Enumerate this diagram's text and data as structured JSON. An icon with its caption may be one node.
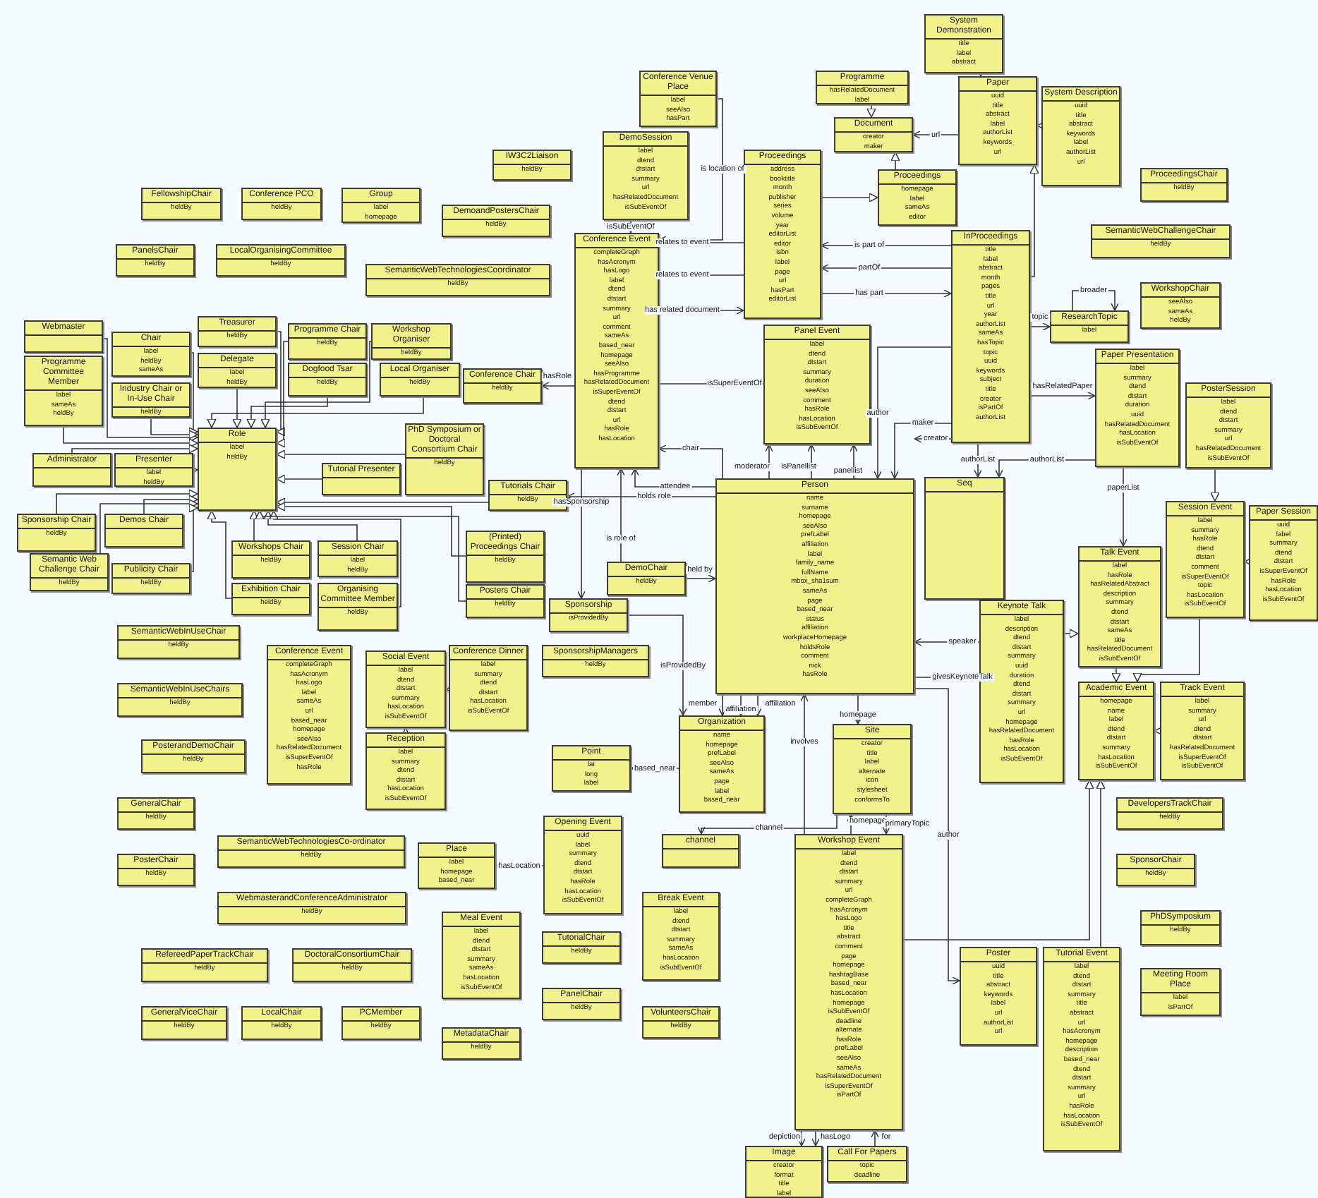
{
  "diagram": {
    "nodes": [
      {
        "text": [
          "System Demonstration",
          "title",
          "label",
          "abstract"
        ]
      },
      {
        "text": [
          "Conference Venue Place",
          "label",
          "seeAlso",
          "hasPart"
        ]
      },
      {
        "text": [
          "Programme",
          "hasRelatedDocument",
          "label"
        ]
      },
      {
        "text": [
          "Paper",
          "uuid",
          "title",
          "abstract",
          "label",
          "authorList",
          "keywords",
          "url"
        ]
      },
      {
        "text": [
          "System Description",
          "uuid",
          "title",
          "abstract",
          "keywords",
          "label",
          "authorList",
          "url"
        ]
      },
      {
        "text": [
          "Document",
          "creator",
          "maker"
        ]
      },
      {
        "text": [
          "DemoSession",
          "label",
          "dtend",
          "dtstart",
          "summary",
          "url",
          "hasRelatedDocument",
          "isSubEventOf"
        ]
      },
      {
        "text": [
          "IW3C2Liaison",
          "heldBy"
        ]
      },
      {
        "text": [
          "Proceedings",
          "address",
          "booktitle",
          "month",
          "publisher",
          "series",
          "volume",
          "year",
          "editorList",
          "editor",
          "isbn",
          "label",
          "page",
          "url",
          "hasPart",
          "editorList"
        ]
      },
      {
        "text": [
          "ProceedingsChair",
          "heldBy"
        ]
      },
      {
        "text": [
          "Proceedings",
          "homepage",
          "label",
          "sameAs",
          "editor"
        ]
      },
      {
        "text": [
          "FellowshipChair",
          "heldBy"
        ]
      },
      {
        "text": [
          "Conference PCO",
          "heldBy"
        ]
      },
      {
        "text": [
          "Group",
          "label",
          "homepage"
        ]
      },
      {
        "text": [
          "DemoandPostersChair",
          "heldBy"
        ]
      },
      {
        "text": [
          "SemanticWebChallengeChair",
          "heldBy"
        ]
      },
      {
        "text": [
          "InProceedings",
          "title",
          "label",
          "abstract",
          "month",
          "pages",
          "title",
          "url",
          "year",
          "authorList",
          "sameAs",
          "hasTopic",
          "topic",
          "uuid",
          "keywords",
          "subject",
          "title",
          "creator",
          "isPartOf",
          "authorList"
        ]
      },
      {
        "text": [
          "Conference Event",
          "completeGraph",
          "hasAcronym",
          "hasLogo",
          "label",
          "dtend",
          "dtstart",
          "summary",
          "url",
          "comment",
          "sameAs",
          "based_near",
          "homepage",
          "seeAlso",
          "hasProgramme",
          "hasRelatedDocument",
          "isSuperEventOf",
          "dtend",
          "dtstart",
          "url",
          "hasRole",
          "hasLocation"
        ]
      },
      {
        "text": [
          "PanelsChair",
          "heldBy"
        ]
      },
      {
        "text": [
          "LocalOrganisingCommittee",
          "heldBy"
        ]
      },
      {
        "text": [
          "SemanticWebTechnologiesCoordinator",
          "heldBy"
        ]
      },
      {
        "text": [
          "WorkshopChair",
          "seeAlso",
          "sameAs",
          "heldBy"
        ]
      },
      {
        "text": [
          "ResearchTopic",
          "label"
        ]
      },
      {
        "text": [
          "Treasurer",
          "heldBy"
        ]
      },
      {
        "text": [
          "Webmaster"
        ]
      },
      {
        "text": [
          "Programme Chair",
          "heldBy"
        ]
      },
      {
        "text": [
          "Workshop Organiser",
          "heldBy"
        ]
      },
      {
        "text": [
          "Panel Event",
          "label",
          "dtend",
          "dtstart",
          "summary",
          "duration",
          "seeAlso",
          "comment",
          "hasRole",
          "hasLocation",
          "isSubEventOf"
        ]
      },
      {
        "text": [
          "Chair",
          "label",
          "heldBy",
          "sameAs"
        ]
      },
      {
        "text": [
          "Paper Presentation",
          "label",
          "summary",
          "dtend",
          "dtstart",
          "duration",
          "uuid",
          "hasRelatedDocument",
          "hasLocation",
          "isSubEventOf"
        ]
      },
      {
        "text": [
          "Delegate",
          "label",
          "heldBy"
        ]
      },
      {
        "text": [
          "Programme Committee Member",
          "label",
          "sameAs",
          "heldBy"
        ]
      },
      {
        "text": [
          "Dogfood Tsar",
          "heldBy"
        ]
      },
      {
        "text": [
          "Local Organiser",
          "heldBy"
        ]
      },
      {
        "text": [
          "Conference Chair",
          "heldBy"
        ]
      },
      {
        "text": [
          "PosterSession",
          "label",
          "dtend",
          "dtstart",
          "summary",
          "url",
          "hasRelatedDocument",
          "isSubEventOf"
        ]
      },
      {
        "text": [
          "Industry Chair or In-Use Chair",
          "heldBy"
        ]
      },
      {
        "text": [
          "PhD Symposium or Doctoral Consortium Chair",
          "heldBy"
        ]
      },
      {
        "text": [
          "Role",
          "label",
          "heldBy"
        ]
      },
      {
        "text": [
          "Administrator"
        ]
      },
      {
        "text": [
          "Presenter",
          "label",
          "heldBy"
        ]
      },
      {
        "text": [
          "Tutorial Presenter"
        ]
      },
      {
        "text": [
          "Seq"
        ]
      },
      {
        "text": [
          "Person",
          "name",
          "surname",
          "homepage",
          "seeAlso",
          "prefLabel",
          "affiliation",
          "label",
          "family_name",
          "fullName",
          "mbox_sha1sum",
          "sameAs",
          "page",
          "based_near",
          "status",
          "affiliation",
          "workplaceHomepage",
          "holdsRole",
          "comment",
          "nick",
          "hasRole"
        ]
      },
      {
        "text": [
          "Tutorials Chair",
          "heldBy"
        ]
      },
      {
        "text": [
          "Session Event",
          "label",
          "summary",
          "hasRole",
          "dtend",
          "dtstart",
          "comment",
          "isSuperEventOf",
          "topic",
          "hasLocation",
          "isSubEventOf"
        ]
      },
      {
        "text": [
          "Paper Session",
          "uuid",
          "label",
          "summary",
          "dtend",
          "dtstart",
          "isSuperEventOf",
          "hasRole",
          "hasLocation",
          "isSubEventOf"
        ]
      },
      {
        "text": [
          "Sponsorship Chair",
          "heldBy"
        ]
      },
      {
        "text": [
          "Demos Chair"
        ]
      },
      {
        "text": [
          "(Printed) Proceedings Chair",
          "heldBy"
        ]
      },
      {
        "text": [
          "Workshops Chair",
          "heldBy"
        ]
      },
      {
        "text": [
          "Session Chair",
          "label",
          "heldBy"
        ]
      },
      {
        "text": [
          "Talk Event",
          "label",
          "hasRole",
          "hasRelatedAbstract",
          "description",
          "summary",
          "dtend",
          "dtstart",
          "sameAs",
          "title",
          "hasRelatedDocument",
          "isSubEventOf"
        ]
      },
      {
        "text": [
          "Semantic Web Challenge Chair",
          "heldBy"
        ]
      },
      {
        "text": [
          "DemoChair",
          "heldBy"
        ]
      },
      {
        "text": [
          "Publicity Chair",
          "heldBy"
        ]
      },
      {
        "text": [
          "Exhibition Chair",
          "heldBy"
        ]
      },
      {
        "text": [
          "Organising Committee Member",
          "heldBy"
        ]
      },
      {
        "text": [
          "Posters Chair",
          "heldBy"
        ]
      },
      {
        "text": [
          "Sponsorship",
          "isProvidedBy"
        ]
      },
      {
        "text": [
          "Keynote Talk",
          "label",
          "description",
          "dtend",
          "dtstart",
          "summary",
          "uuid",
          "duration",
          "dtend",
          "dtstart",
          "summary",
          "url",
          "homepage",
          "hasRelatedDocument",
          "hasRole",
          "hasLocation",
          "isSubEventOf"
        ]
      },
      {
        "text": [
          "SemanticWebInUseChair",
          "heldBy"
        ]
      },
      {
        "text": [
          "Conference Event",
          "completeGraph",
          "hasAcronym",
          "hasLogo",
          "label",
          "sameAs",
          "url",
          "based_near",
          "homepage",
          "seeAlso",
          "hasRelatedDocument",
          "isSuperEventOf",
          "hasRole"
        ]
      },
      {
        "text": [
          "SponsorshipManagers",
          "heldBy"
        ]
      },
      {
        "text": [
          "Conference Dinner",
          "label",
          "summary",
          "dtend",
          "dtstart",
          "hasLocation",
          "isSubEventOf"
        ]
      },
      {
        "text": [
          "Social Event",
          "label",
          "dtend",
          "dtstart",
          "summary",
          "hasLocation",
          "isSubEventOf"
        ]
      },
      {
        "text": [
          "Academic Event",
          "homepage",
          "name",
          "label",
          "dtend",
          "dtstart",
          "summary",
          "hasLocation",
          "isSubEventOf"
        ]
      },
      {
        "text": [
          "Track Event",
          "label",
          "summary",
          "url",
          "dtend",
          "dtstart",
          "hasRelatedDocument",
          "isSuperEventOf",
          "isSubEventOf"
        ]
      },
      {
        "text": [
          "SemanticWebInUseChairs",
          "heldBy"
        ]
      },
      {
        "text": [
          "Organization",
          "name",
          "homepage",
          "prefLabel",
          "seeAlso",
          "sameAs",
          "page",
          "label",
          "based_near"
        ]
      },
      {
        "text": [
          "Site",
          "creator",
          "title",
          "label",
          "alternate",
          "icon",
          "stylesheet",
          "conformsTo"
        ]
      },
      {
        "text": [
          "Reception",
          "label",
          "summary",
          "dtend",
          "dtstart",
          "hasLocation",
          "isSubEventOf"
        ]
      },
      {
        "text": [
          "PosterandDemoChair",
          "heldBy"
        ]
      },
      {
        "text": [
          "Point",
          "lat",
          "long",
          "label"
        ]
      },
      {
        "text": [
          "GeneralChair",
          "heldBy"
        ]
      },
      {
        "text": [
          "DevelopersTrackChair",
          "heldBy"
        ]
      },
      {
        "text": [
          "Opening Event",
          "uuid",
          "label",
          "summary",
          "dtend",
          "dtstart",
          "hasRole",
          "hasLocation",
          "isSubEventOf"
        ]
      },
      {
        "text": [
          "channel"
        ]
      },
      {
        "text": [
          "Workshop Event",
          "label",
          "dtend",
          "dtstart",
          "summary",
          "url",
          "completeGraph",
          "hasAcronym",
          "hasLogo",
          "title",
          "abstract",
          "comment",
          "page",
          "homepage",
          "hashtagBase",
          "based_near",
          "hasLocation",
          "homepage",
          "isSubEventOf",
          "deadline",
          "alternate",
          "hasRole",
          "prefLabel",
          "seeAlso",
          "sameAs",
          "hasRelatedDocument",
          "isSuperEventOf",
          "isPartOf"
        ]
      },
      {
        "text": [
          "SemanticWebTechnologiesCo-ordinator",
          "heldBy"
        ]
      },
      {
        "text": [
          "Place",
          "label",
          "homepage",
          "based_near"
        ]
      },
      {
        "text": [
          "PosterChair",
          "heldBy"
        ]
      },
      {
        "text": [
          "SponsorChair",
          "heldBy"
        ]
      },
      {
        "text": [
          "Break Event",
          "label",
          "dtend",
          "dtstart",
          "summary",
          "sameAs",
          "hasLocation",
          "isSubEventOf"
        ]
      },
      {
        "text": [
          "WebmasterandConferenceAdministrator",
          "heldBy"
        ]
      },
      {
        "text": [
          "Meal Event",
          "label",
          "dtend",
          "dtstart",
          "summary",
          "sameAs",
          "hasLocation",
          "isSubEventOf"
        ]
      },
      {
        "text": [
          "PhDSymposium",
          "heldBy"
        ]
      },
      {
        "text": [
          "TutorialChair",
          "heldBy"
        ]
      },
      {
        "text": [
          "Poster",
          "uuid",
          "title",
          "abstract",
          "keywords",
          "label",
          "url",
          "authorList",
          "url"
        ]
      },
      {
        "text": [
          "Tutorial Event",
          "label",
          "dtend",
          "dtstart",
          "summary",
          "title",
          "abstract",
          "url",
          "hasAcronym",
          "homepage",
          "description",
          "based_near",
          "dtend",
          "dtstart",
          "summary",
          "url",
          "hasRole",
          "hasLocation",
          "isSubEventOf"
        ]
      },
      {
        "text": [
          "RefereedPaperTrackChair",
          "heldBy"
        ]
      },
      {
        "text": [
          "DoctoralConsortiumChair",
          "heldBy"
        ]
      },
      {
        "text": [
          "Meeting Room Place",
          "label",
          "isPartOf"
        ]
      },
      {
        "text": [
          "PanelChair",
          "heldBy"
        ]
      },
      {
        "text": [
          "GeneralViceChair",
          "heldBy"
        ]
      },
      {
        "text": [
          "LocalChair",
          "heldBy"
        ]
      },
      {
        "text": [
          "PCMember",
          "heldBy"
        ]
      },
      {
        "text": [
          "VolunteersChair",
          "heldBy"
        ]
      },
      {
        "text": [
          "MetadataChair",
          "heldBy"
        ]
      },
      {
        "text": [
          "Image",
          "creator",
          "format",
          "title",
          "label"
        ]
      },
      {
        "text": [
          "Call For Papers",
          "topic",
          "deadline"
        ]
      }
    ],
    "edges": [
      {
        "from": 24,
        "to": 38,
        "arrow": "to"
      },
      {
        "from": 31,
        "to": 38,
        "arrow": "to"
      },
      {
        "from": 28,
        "to": 38,
        "arrow": "to"
      },
      {
        "from": 36,
        "to": 38,
        "arrow": "to"
      },
      {
        "from": 23,
        "to": 38,
        "arrow": "to"
      },
      {
        "from": 30,
        "to": 38,
        "arrow": "to"
      },
      {
        "from": 25,
        "to": 38,
        "arrow": "to"
      },
      {
        "from": 32,
        "to": 38,
        "arrow": "to"
      },
      {
        "from": 26,
        "to": 38,
        "arrow": "to"
      },
      {
        "from": 33,
        "to": 38,
        "arrow": "to"
      },
      {
        "from": 39,
        "to": 38,
        "arrow": "to"
      },
      {
        "from": 40,
        "to": 38,
        "arrow": "to"
      },
      {
        "from": 41,
        "to": 38,
        "arrow": "to"
      },
      {
        "from": 37,
        "to": 38,
        "arrow": "to"
      },
      {
        "from": 47,
        "to": 38,
        "arrow": "to"
      },
      {
        "from": 48,
        "to": 38,
        "arrow": "to"
      },
      {
        "from": 53,
        "to": 38,
        "arrow": "to"
      },
      {
        "from": 55,
        "to": 38,
        "arrow": "to"
      },
      {
        "from": 50,
        "to": 38,
        "arrow": "to"
      },
      {
        "from": 51,
        "to": 38,
        "arrow": "to"
      },
      {
        "from": 56,
        "to": 38,
        "arrow": "to"
      },
      {
        "from": 57,
        "to": 38,
        "arrow": "to"
      },
      {
        "from": 44,
        "to": 38,
        "arrow": "to"
      },
      {
        "from": 49,
        "to": 38,
        "arrow": "to"
      },
      {
        "from": 58,
        "to": 38,
        "arrow": "to"
      },
      {
        "from": 17,
        "to": 34,
        "arrow": "to",
        "label": "hasRole"
      },
      {
        "from": 6,
        "to": 17,
        "arrow": "to",
        "label": "isSubEventOf"
      },
      {
        "from": 1,
        "to": 17,
        "arrow": "to",
        "label": "is location of"
      },
      {
        "from": 8,
        "to": 17,
        "arrow": "to",
        "label": "relates to event"
      },
      {
        "from": 8,
        "to": 17,
        "arrow": "to",
        "label": "relates to event"
      },
      {
        "from": 17,
        "to": 8,
        "arrow": "to",
        "label": "has related document"
      },
      {
        "from": 17,
        "to": 27,
        "arrow": "to",
        "label": "isSuperEventOf"
      },
      {
        "from": 43,
        "to": 17,
        "arrow": "to",
        "label": "attendee"
      },
      {
        "from": 43,
        "to": 17,
        "arrow": "to",
        "label": "chair"
      },
      {
        "from": 43,
        "to": 27,
        "arrow": "to",
        "label": "moderator"
      },
      {
        "from": 43,
        "to": 27,
        "arrow": "to",
        "label": "isPanellist"
      },
      {
        "from": 43,
        "to": 27,
        "arrow": "to",
        "label": "panellist"
      },
      {
        "from": 43,
        "to": 44,
        "arrow": "to",
        "label": "holds role"
      },
      {
        "from": 17,
        "to": 59,
        "arrow": "to",
        "label": "hasSponsorship"
      },
      {
        "from": 54,
        "to": 17,
        "arrow": "to",
        "label": "is role of"
      },
      {
        "from": 54,
        "to": 43,
        "arrow": "to",
        "label": "held by"
      },
      {
        "from": 2,
        "to": 5,
        "arrow": "to"
      },
      {
        "from": 10,
        "to": 5,
        "arrow": "to"
      },
      {
        "from": 3,
        "to": 5,
        "arrow": "to",
        "label": "url"
      },
      {
        "from": 8,
        "to": 10,
        "arrow": "to"
      },
      {
        "from": 16,
        "to": 8,
        "arrow": "to",
        "label": "is part of"
      },
      {
        "from": 16,
        "to": 8,
        "arrow": "to",
        "label": "partOf"
      },
      {
        "from": 8,
        "to": 16,
        "arrow": "to",
        "label": "has part"
      },
      {
        "from": 16,
        "to": 3,
        "arrow": "to"
      },
      {
        "from": 4,
        "to": 3,
        "arrow": "to"
      },
      {
        "from": 0,
        "to": 3,
        "arrow": "to"
      },
      {
        "from": 16,
        "to": 22,
        "arrow": "to",
        "label": "topic"
      },
      {
        "from": 22,
        "to": 22,
        "arrow": "to",
        "label": "broader"
      },
      {
        "from": 16,
        "to": 29,
        "arrow": "to",
        "label": "hasRelatedPaper"
      },
      {
        "from": 16,
        "to": 43,
        "arrow": "to",
        "label": "author"
      },
      {
        "from": 16,
        "to": 43,
        "arrow": "to",
        "label": "maker"
      },
      {
        "from": 16,
        "to": 43,
        "arrow": "to",
        "label": "creator"
      },
      {
        "from": 16,
        "to": 42,
        "arrow": "to",
        "label": "authorList"
      },
      {
        "from": 29,
        "to": 42,
        "arrow": "to",
        "label": "authorList"
      },
      {
        "from": 29,
        "to": 52,
        "arrow": "to",
        "label": "paperList"
      },
      {
        "from": 35,
        "to": 45,
        "arrow": "to"
      },
      {
        "from": 46,
        "to": 45,
        "arrow": "to"
      },
      {
        "from": 45,
        "to": 66,
        "arrow": "to"
      },
      {
        "from": 52,
        "to": 66,
        "arrow": "to"
      },
      {
        "from": 67,
        "to": 66,
        "arrow": "to"
      },
      {
        "from": 60,
        "to": 52,
        "arrow": "to"
      },
      {
        "from": 60,
        "to": 43,
        "arrow": "to",
        "label": "speaker"
      },
      {
        "from": 43,
        "to": 60,
        "arrow": "to",
        "label": "givesKeynoteTalk"
      },
      {
        "from": 78,
        "to": 66,
        "arrow": "to"
      },
      {
        "from": 89,
        "to": 66,
        "arrow": "to"
      },
      {
        "from": 43,
        "to": 88,
        "arrow": "to",
        "label": "author"
      },
      {
        "from": 59,
        "to": 69,
        "arrow": "to",
        "label": "isProvidedBy"
      },
      {
        "from": 43,
        "to": 69,
        "arrow": "to",
        "label": "member"
      },
      {
        "from": 43,
        "to": 69,
        "arrow": "to",
        "label": "affiliation"
      },
      {
        "from": 43,
        "to": 69,
        "arrow": "to",
        "label": "affiliation"
      },
      {
        "from": 43,
        "to": 70,
        "arrow": "to",
        "label": "homepage"
      },
      {
        "from": 78,
        "to": 43,
        "arrow": "to",
        "label": "involves"
      },
      {
        "from": 78,
        "to": 70,
        "arrow": "to",
        "label": "homepage"
      },
      {
        "from": 70,
        "to": 78,
        "arrow": "to",
        "label": "primaryTopic"
      },
      {
        "from": 70,
        "to": 77,
        "arrow": "to",
        "label": "channel"
      },
      {
        "from": 78,
        "to": 99,
        "arrow": "to",
        "label": "depiction"
      },
      {
        "from": 78,
        "to": 99,
        "arrow": "to",
        "label": "hasLogo"
      },
      {
        "from": 100,
        "to": 78,
        "arrow": "to",
        "label": "for"
      },
      {
        "from": 76,
        "to": 80,
        "arrow": "to",
        "label": "hasLocation"
      },
      {
        "from": 69,
        "to": 73,
        "arrow": "to",
        "label": "based_near"
      },
      {
        "from": 71,
        "to": 65,
        "arrow": "to"
      },
      {
        "from": 64,
        "to": 65,
        "arrow": "to"
      }
    ]
  }
}
